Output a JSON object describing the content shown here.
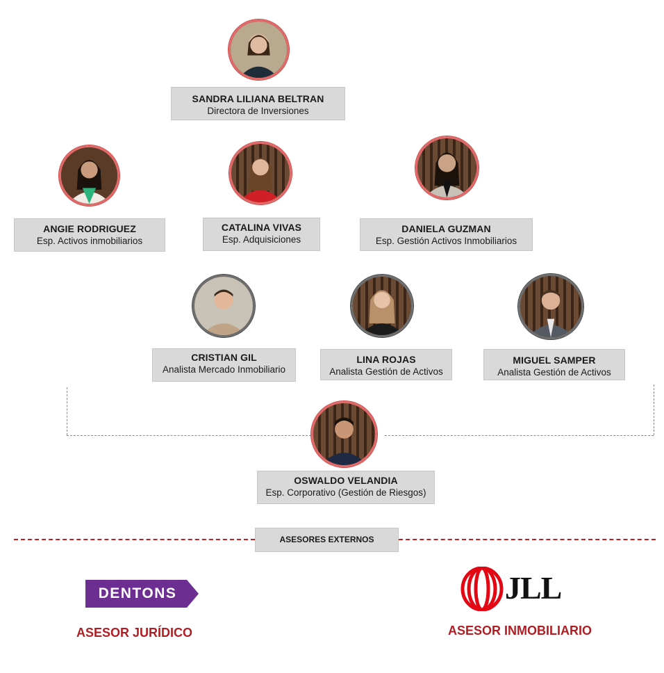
{
  "people": [
    {
      "id": "sandra",
      "name": "SANDRA LILIANA BELTRAN",
      "role": "Directora de Inversiones"
    },
    {
      "id": "angie",
      "name": "ANGIE RODRIGUEZ",
      "role": "Esp. Activos inmobiliarios"
    },
    {
      "id": "catalina",
      "name": "CATALINA VIVAS",
      "role": "Esp. Adquisiciones"
    },
    {
      "id": "daniela",
      "name": "DANIELA GUZMAN",
      "role": "Esp. Gestión Activos Inmobiliarios"
    },
    {
      "id": "cristian",
      "name": "CRISTIAN GIL",
      "role": "Analista Mercado Inmobiliario"
    },
    {
      "id": "lina",
      "name": "LINA ROJAS",
      "role": "Analista Gestión de Activos"
    },
    {
      "id": "miguel",
      "name": "MIGUEL SAMPER",
      "role": "Analista Gestión de Activos"
    },
    {
      "id": "oswaldo",
      "name": "OSWALDO VELANDIA",
      "role": "Esp. Corporativo (Gestión de Riesgos)"
    }
  ],
  "external": {
    "label": "ASESORES EXTERNOS",
    "advisors": [
      {
        "logo_text": "DENTONS",
        "logo_color": "#6c2f91",
        "label": "ASESOR JURÍDICO"
      },
      {
        "logo_text": "JLL",
        "logo_color": "#e30613",
        "label": "ASESOR INMOBILIARIO"
      }
    ]
  },
  "colors": {
    "accent_red": "#c41d1d",
    "label_red": "#b01e23",
    "card_grey": "#d9d9d9"
  }
}
